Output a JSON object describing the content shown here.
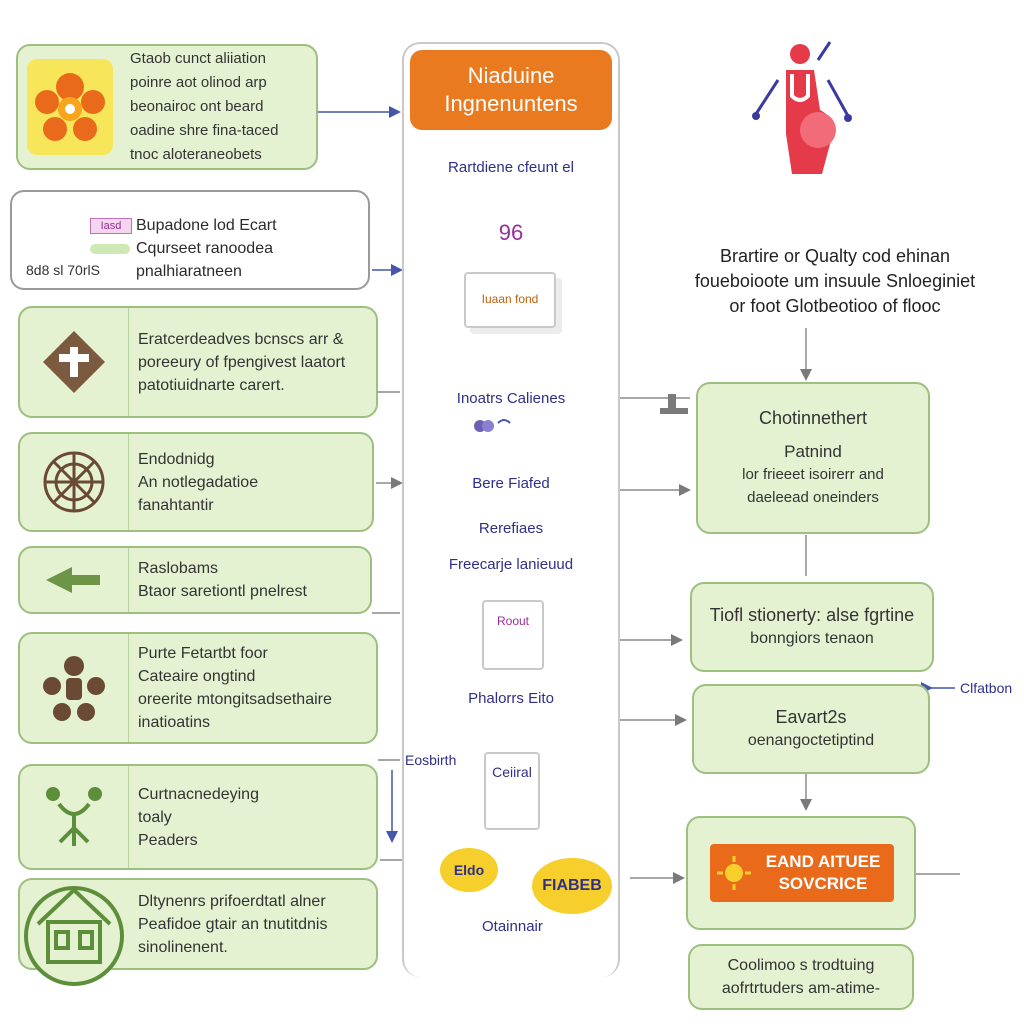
{
  "left_boxes": [
    {
      "lines": [
        "Gtaob cunct aliiation",
        "poinre aot olinod arp",
        "beonairoc ont beard",
        "oadine shre fina-taced",
        "tnoc aloteraneobets"
      ],
      "icon": "flower-icon"
    },
    {
      "badge": "Iasd",
      "title": "Bupadone lod Ecart",
      "subtitle": "Cqurseet ranoodea",
      "side_label": "8d8 sl 70rlS",
      "footer": "pnalhiaratneen",
      "icon": "badge-icon"
    },
    {
      "lines": [
        "Eratcerdeadves bcnscs arr &",
        "poreeury of fpengivest laatort",
        "patotiuidnarte carert."
      ],
      "icon": "signpost-icon"
    },
    {
      "lines": [
        "Endodnidg",
        "An notlegadatioe",
        "fanahtantir"
      ],
      "icon": "globe-icon"
    },
    {
      "lines": [
        "Raslobams",
        "Btaor saretiontl pnelrest"
      ],
      "icon": "arrow-left-icon"
    },
    {
      "lines": [
        "Purte Fetartbt foor",
        "Cateaire ongtind",
        "oreerite mtongitsadsethaire",
        "inatioatins"
      ],
      "icon": "people-icon"
    },
    {
      "lines": [
        "Curtnacnedeying",
        "toaly",
        "Peaders"
      ],
      "icon": "plant-icon"
    },
    {
      "lines": [
        "Dltynenrs prifoerdtatl alner",
        "Peafidoe gtair an tnutitdnis",
        "sinolinenent."
      ],
      "icon": "house-icon"
    }
  ],
  "center": {
    "header": [
      "Niaduine",
      "Ingnenuntens"
    ],
    "header_color": "#ea7a1f",
    "label1": "Rartdiene cfeunt el",
    "number": "96",
    "card1": "Iuaan fond",
    "label2": "Inoatrs Calienes",
    "label3": "Bere Fiafed",
    "label4": "Rerefiaes",
    "label5": "Freecarje lanieuud",
    "card2": "Roout",
    "label6": "Phalorrs Eito",
    "card3": "Ceiiral",
    "side_label": "Eosbirth",
    "badge_left": "Eldo",
    "badge_right": "FIABEB",
    "bottom_label": "Otainnair"
  },
  "right": {
    "intro": [
      "Brartire or Qualty cod ehinan",
      "foueboioote um insuule  Snloeginiet",
      "or foot Glotbeotioo of flooc"
    ],
    "box1": {
      "title": "Chotinnethert",
      "subtitle": "Patnind",
      "lines": [
        "lor frieeet isoirerr and",
        "daeleead oneinders"
      ]
    },
    "box2": {
      "lines": [
        "Tiofl stionerty: alse fgrtine",
        "bonngiors tenaon"
      ]
    },
    "box3": {
      "title": "Eavart2s",
      "lines": [
        "oenangoctetiptind"
      ],
      "side_label": "Clfatbon"
    },
    "box4": {
      "lines": [
        "EAND AITUEE",
        "SOVCRICE"
      ],
      "color": "#ea6a1c"
    },
    "box5": {
      "lines": [
        "Coolimoo s trodtuing",
        "aofrtrtuders am-atime-"
      ]
    }
  },
  "colors": {
    "green_fill": "#e4f2d2",
    "green_border": "#9dbf7f",
    "orange": "#ea7a1f",
    "blue_text": "#2f2f8a",
    "yellow": "#f6cf2c"
  }
}
